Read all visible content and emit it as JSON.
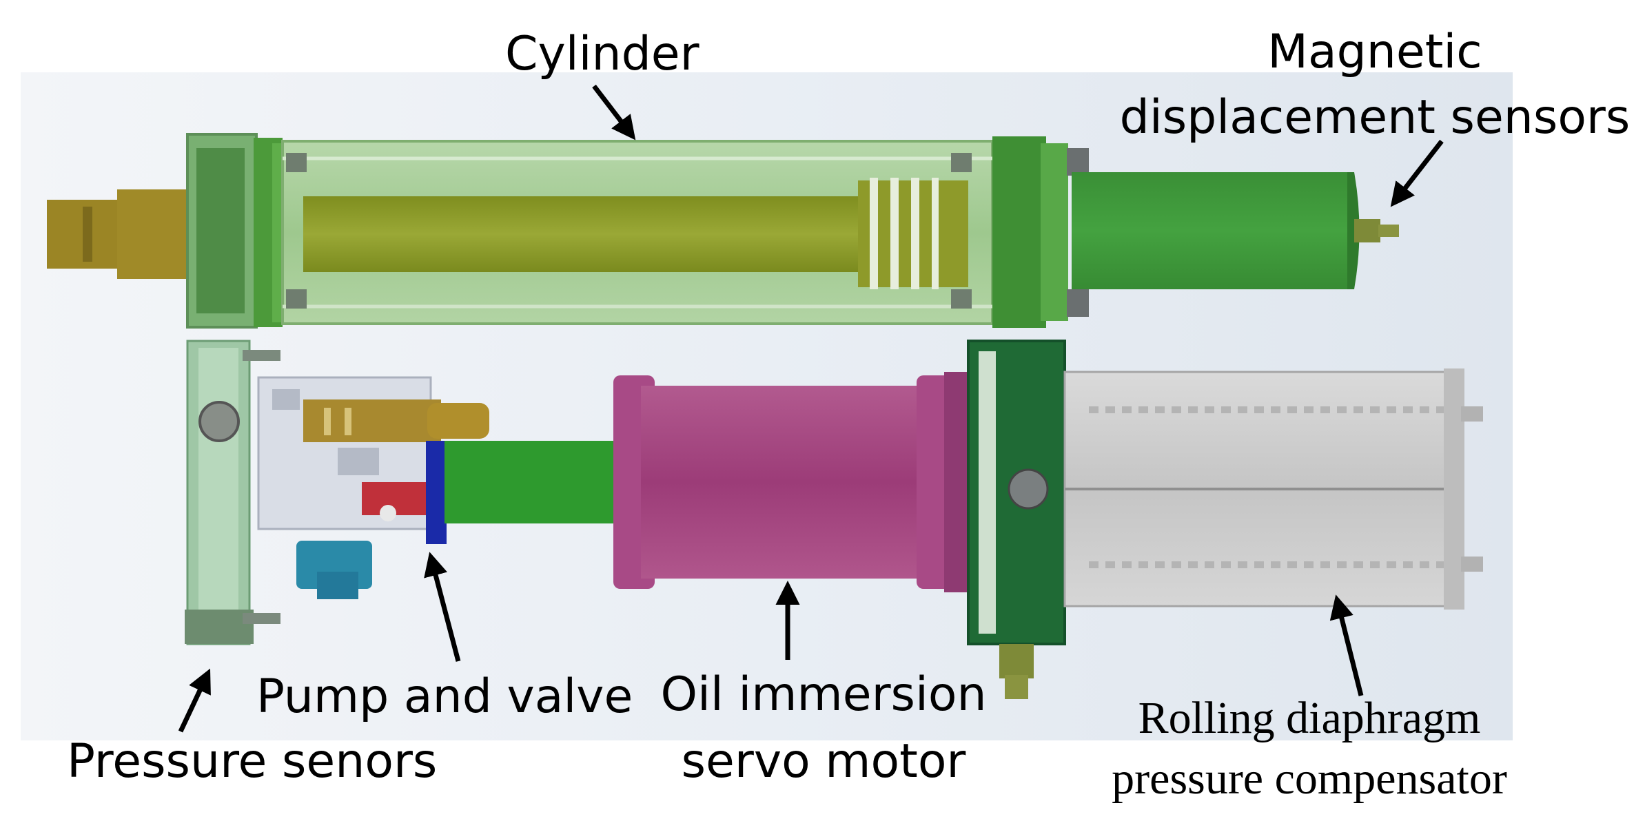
{
  "labels": {
    "cylinder": "Cylinder",
    "magnetic_line1": "Magnetic",
    "magnetic_line2": "displacement sensors",
    "pump_valve": "Pump and valve",
    "pressure_sensors": "Pressure senors",
    "motor_line1": "Oil immersion",
    "motor_line2": "servo motor",
    "compensator_line1": "Rolling diaphragm",
    "compensator_line2": "pressure compensator"
  },
  "colors": {
    "background_panel": "#e8edf3",
    "cylinder_body": "#8fbf7f",
    "cylinder_rod": "#8a9a2a",
    "flange_green": "#4c9a3a",
    "sensor_housing": "#3f9a3a",
    "motor_magenta": "#a5467f",
    "compensator_grey": "#c9c9c9",
    "coupling_green": "#2e9a2e",
    "endcap_darkgreen": "#1f6a35",
    "pump_gold": "#a8892f",
    "valve_red": "#c0303a",
    "valve_blue": "#1a2aa8",
    "sensor_teal": "#2a8aa8",
    "manifold_frame": "#9fc7a6"
  }
}
